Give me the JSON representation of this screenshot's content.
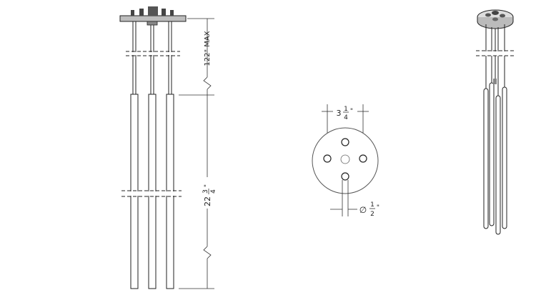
{
  "side_view": {
    "height_label": "122\" MAX",
    "rod_length_whole": "22",
    "rod_length_frac_num": "3",
    "rod_length_frac_den": "4",
    "rod_length_unit": "\""
  },
  "canopy_view": {
    "spacing_whole": "3",
    "spacing_frac_num": "1",
    "spacing_frac_den": "4",
    "spacing_unit": "\"",
    "diameter_symbol": "∅",
    "diameter_frac_num": "1",
    "diameter_frac_den": "2",
    "diameter_unit": "\""
  }
}
